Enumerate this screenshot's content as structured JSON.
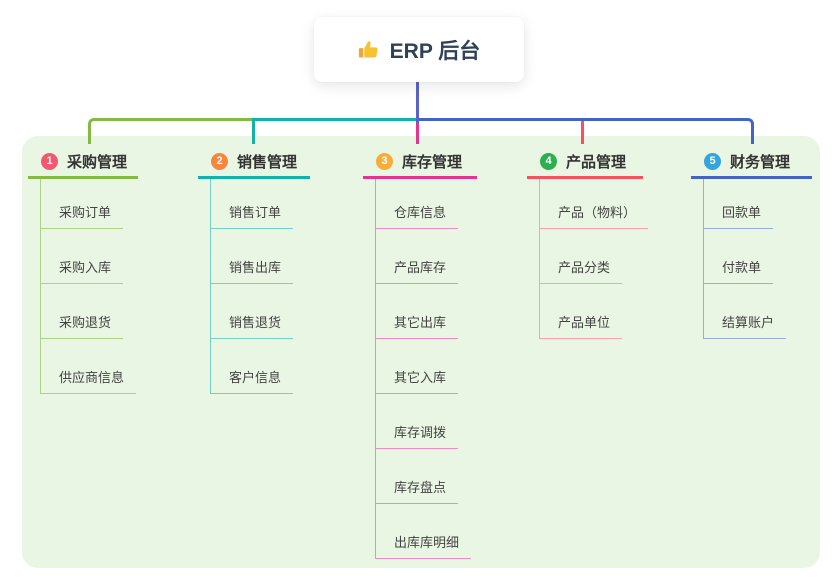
{
  "canvas": {
    "background": "#ffffff",
    "board_color": "#eaf6e4"
  },
  "root": {
    "label": "ERP 后台",
    "icon": "thumbs-up-icon",
    "line_color": "#5a63c8"
  },
  "branches": [
    {
      "num": "1",
      "label": "采购管理",
      "badge_color": "#f4586e",
      "color": "#82bb40",
      "light_color": "#aed284",
      "children": [
        "采购订单",
        "采购入库",
        "采购退货",
        "供应商信息"
      ]
    },
    {
      "num": "2",
      "label": "销售管理",
      "badge_color": "#f9853f",
      "color": "#11b3a8",
      "light_color": "#74cfc7",
      "children": [
        "销售订单",
        "销售出库",
        "销售退货",
        "客户信息"
      ]
    },
    {
      "num": "3",
      "label": "库存管理",
      "badge_color": "#f7ad3a",
      "color": "#e5348f",
      "light_color": "#f18cc3",
      "children": [
        "仓库信息",
        "产品库存",
        "其它出库",
        "其它入库",
        "库存调拨",
        "库存盘点",
        "出库库明细"
      ]
    },
    {
      "num": "4",
      "label": "产品管理",
      "badge_color": "#2fad52",
      "color": "#f5525d",
      "light_color": "#f9a2a8",
      "children": [
        "产品（物料）",
        "产品分类",
        "产品单位"
      ]
    },
    {
      "num": "5",
      "label": "财务管理",
      "badge_color": "#31a5dc",
      "color": "#4363c8",
      "light_color": "#97ade2",
      "children": [
        "回款单",
        "付款单",
        "结算账户"
      ]
    }
  ]
}
